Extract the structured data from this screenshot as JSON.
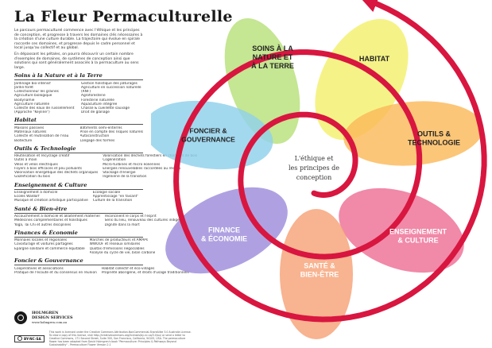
{
  "title": "La Fleur Permaculturelle",
  "intro": [
    "Le parcours permaculturel commence avec l'éthique et les principes de conception, et progresse à travers les domaines clés nécessaires à la création d'une culture durable. La trajectoire qui évolue en spirale raccorde ces domaines, et progresse depuis le cadre personnel et local jusqu'au collectif et au global.",
    "En dépassant les pétales, on pourra découvrir un certain nombre d'exemples de domaines, de systèmes de conception ainsi que solutions qui sont généralement associés à la permaculture au sens large."
  ],
  "sections": [
    {
      "title": "Soins à la Nature et à la Terre",
      "left": [
        "Jardinage bio-intensif",
        "Jardin-forêt",
        "Collectionneur les graines",
        "Agriculture biologique",
        "Biodynamie",
        "Agriculture naturelle",
        "Collecte des eaux de ruissellement",
        "(Approche \"Keyline\")"
      ],
      "right": [
        "Gestion holistique des pâturages",
        "Agriculture en succession naturelle",
        "(RNF)",
        "Agroforesterie",
        "Foresterie naturelle",
        "Aquaculture intégrée",
        "Chasse & cueillette sauvage",
        "Droit de glanage"
      ]
    },
    {
      "title": "Habitat",
      "left": [
        "Maisons passives",
        "Matériaux naturels",
        "Collecte et réutilisation de l'eau",
        "Biotecture"
      ],
      "right": [
        "Bâtiments semi-enterrés",
        "Prise en compte des risques naturels",
        "Autoconstruction",
        "Langage des formes"
      ]
    },
    {
      "title": "Outils & Technologie",
      "left": [
        "Réutilisation et recyclage créatif",
        "Outils à main",
        "Vélos et vélos électriques",
        "Foyers à bois efficaces et peu polluants",
        "Valorisation énergétique des déchets organiques",
        "Gazéification du bois"
      ],
      "right": [
        "Valorisation des déchets forestiers en chantiers de bois",
        "Cogénération",
        "Micro-turbines et micro éoliennes",
        "Énergies renouvelables raccordées au réseau",
        "Stockage d'énergie",
        "Ingénierie de la transition"
      ]
    },
    {
      "title": "Enseignement & Culture",
      "left": [
        "Enseignement à domicile",
        "Écoles Waldorf",
        "Musique et création artistique participative"
      ],
      "right": [
        "Écologie sociale",
        "Apprentissage \"en faisant\"",
        "Culture de la transition"
      ]
    },
    {
      "title": "Santé & Bien-être",
      "left": [
        "Accouchement à domicile et allaitement maternel",
        "Médecines complémentaires et holistiques",
        "Yoga, Tai Chi et autres disciplines"
      ],
      "right": [
        "réconcilient le corps et l'esprit",
        "Sens du lieu, renouveau des cultures indigènes",
        "Dignité dans la mort"
      ]
    },
    {
      "title": "Finances & Économie",
      "left": [
        "Monnaies locales et régionales",
        "Covoiturage et voitures partagées",
        "Épargne solidaire et commerce équitable"
      ],
      "right": [
        "Marchés de producteurs et AMAPs",
        "WWOOF et réseaux similaires",
        "Quotas d'émissions négociables",
        "Analyse du cycle de vie, bilan carbone"
      ]
    },
    {
      "title": "Foncier & Gouvernance",
      "left": [
        "Coopératives et associations",
        "Pratique de l'écoute et du consensus en réunion"
      ],
      "right": [
        "Habitat collectif et éco-villages",
        "Propriété aborigène, et droits d'usage traditionnels"
      ]
    }
  ],
  "logo": {
    "line1": "HOLMGREN",
    "line2": "DESIGN SERVICES",
    "url": "www.holmgren.com.au"
  },
  "license": {
    "badge": "BY-NC-SA",
    "text": "This work is licensed under the Creative Commons Attribution-NonCommercial-ShareAlike 3.0 Australia License. To view a copy of this license, visit http://creativecommons.org/licenses/by-nc-sa/3.0/au/ or send a letter to Creative Commons, 171 Second Street, Suite 300, San Francisco, California, 94105, USA. The permaculture flower has been adapted from David Holmgren's book \"Permaculture: Principles & Pathways Beyond Sustainability\" - Permaculture Flower Version 2.1"
  },
  "flower": {
    "center": [
      "L'éthique et",
      "les principes de",
      "conception"
    ],
    "petals": [
      {
        "id": "nature",
        "lines": [
          "SOINS À LA",
          "NATURE ET",
          "À LA TERRE"
        ],
        "color": "#b8e07a"
      },
      {
        "id": "habitat",
        "lines": [
          "HABITAT"
        ],
        "color": "#f3f06c"
      },
      {
        "id": "outils",
        "lines": [
          "OUTILS &",
          "TECHNOLOGIE"
        ],
        "color": "#fbb95a"
      },
      {
        "id": "enseignement",
        "lines": [
          "ENSEIGNEMENT",
          "& CULTURE"
        ],
        "color": "#ee6f96"
      },
      {
        "id": "sante",
        "lines": [
          "SANTÉ &",
          "BIEN-ÊTRE"
        ],
        "color": "#f6a277"
      },
      {
        "id": "finance",
        "lines": [
          "FINANCE",
          "& ÉCONOMIE"
        ],
        "color": "#9d8cdb"
      },
      {
        "id": "foncier",
        "lines": [
          "FONCIER &",
          "GOUVERNANCE"
        ],
        "color": "#8fd1ea"
      }
    ],
    "spiral_color": "#d8163f"
  }
}
